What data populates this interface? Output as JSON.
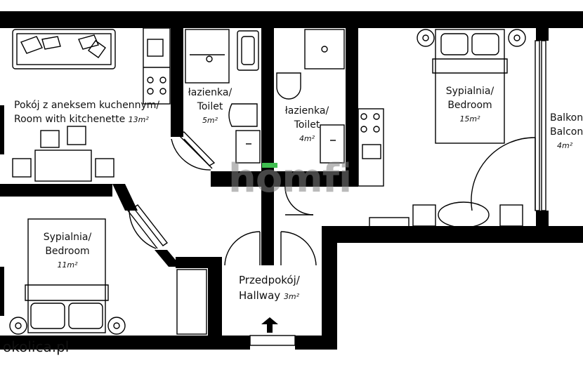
{
  "rooms": {
    "living": {
      "line1": "Pokój z aneksem kuchennym/",
      "line2": "Room with kitchenette",
      "area": "13m²"
    },
    "bath5": {
      "line1": "łazienka/",
      "line2": "Toilet",
      "area": "5m²"
    },
    "bath4": {
      "line1": "łazienka/",
      "line2": "Toilet",
      "area": "4m²"
    },
    "bedroom15": {
      "line1": "Sypialnia/",
      "line2": "Bedroom",
      "area": "15m²"
    },
    "balcony": {
      "line1": "Balkon/",
      "line2": "Balcony",
      "area": "4m²"
    },
    "bedroom11": {
      "line1": "Sypialnia/",
      "line2": "Bedroom",
      "area": "11m²"
    },
    "hallway": {
      "line1": "Przedpokój/",
      "line2": "Hallway",
      "area": "3m²"
    }
  },
  "watermark": "homfi",
  "source": "okolica.pl",
  "colors": {
    "walls": "#000000",
    "background": "#ffffff",
    "watermark": "#828282",
    "watermark_accent": "#3fbf50"
  }
}
